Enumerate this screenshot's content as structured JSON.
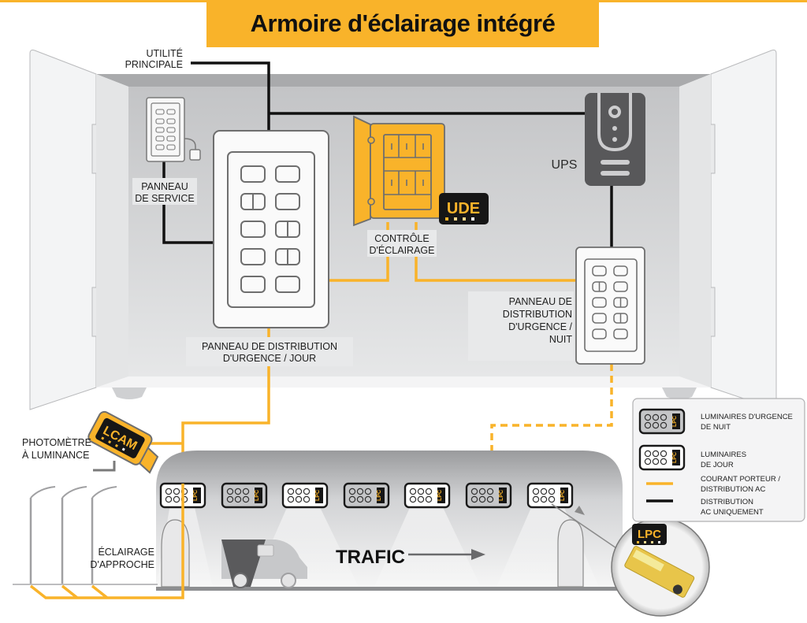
{
  "title": "Armoire d'éclairage intégré",
  "colors": {
    "accent": "#f9b32a",
    "ac_only": "#111111",
    "cabinet_inner": "#d4d5d7",
    "device_dark": "#58585a"
  },
  "labels": {
    "utility": [
      "UTILITÉ",
      "PRINCIPALE"
    ],
    "service_panel": [
      "PANNEAU",
      "DE SERVICE"
    ],
    "lighting_control": [
      "CONTRÔLE",
      "D'ÉCLAIRAGE"
    ],
    "ups": "UPS",
    "day_panel": [
      "PANNEAU DE DISTRIBUTION",
      "D'URGENCE / JOUR"
    ],
    "night_panel": [
      "PANNEAU DE",
      "DISTRIBUTION",
      "D'URGENCE /",
      "NUIT"
    ],
    "photometer": [
      "PHOTOMÈTRE",
      "À LUMINANCE"
    ],
    "approach": [
      "ÉCLAIRAGE",
      "D'APPROCHE"
    ],
    "traffic": "TRAFIC"
  },
  "badges": {
    "ude": "UDE",
    "lcam": "LCAM",
    "lpc": "LPC"
  },
  "legend": {
    "items": [
      {
        "icon": "night-luminaire-icon",
        "lines": [
          "LUMINAIRES D'URGENCE",
          "DE NUIT"
        ]
      },
      {
        "icon": "day-luminaire-icon",
        "lines": [
          "LUMINAIRES",
          "DE JOUR"
        ]
      },
      {
        "icon": "yellow-line-icon",
        "lines": [
          "COURANT PORTEUR /",
          "DISTRIBUTION AC"
        ]
      },
      {
        "icon": "black-line-icon",
        "lines": [
          "DISTRIBUTION",
          "AC UNIQUEMENT"
        ]
      }
    ]
  },
  "luminaires": [
    {
      "type": "day"
    },
    {
      "type": "night"
    },
    {
      "type": "day"
    },
    {
      "type": "night"
    },
    {
      "type": "day"
    },
    {
      "type": "night"
    },
    {
      "type": "day"
    }
  ]
}
